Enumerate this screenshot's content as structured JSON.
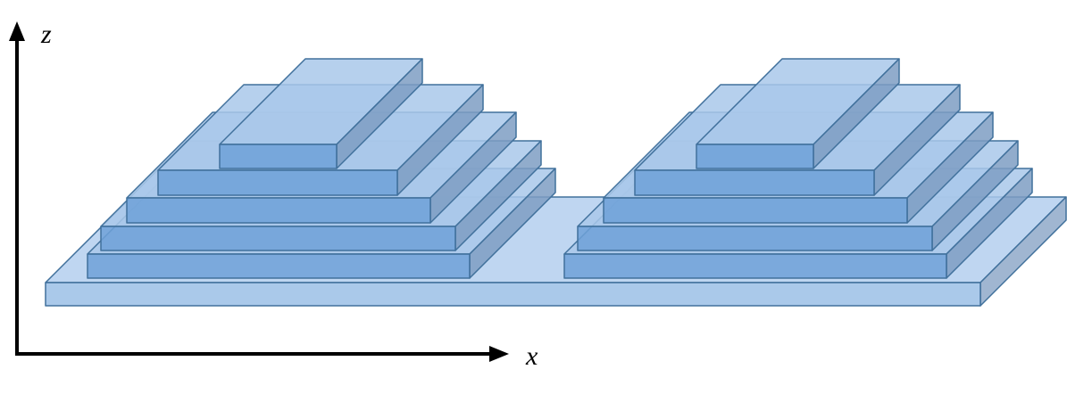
{
  "axes": {
    "x_label": "x",
    "z_label": "z"
  },
  "colors": {
    "axis": "#000000",
    "stroke": "#41719C",
    "top": "#A9C8EA",
    "front": "#6EA1D8",
    "side": "#7E9EC3",
    "substrate_top": "#B4CFEE",
    "substrate_front": "#9BBFE6",
    "substrate_side": "#8FA9C9"
  },
  "diagram": {
    "substrate_count": 1,
    "pyramid_count": 2,
    "layers_per_pyramid": 5
  }
}
